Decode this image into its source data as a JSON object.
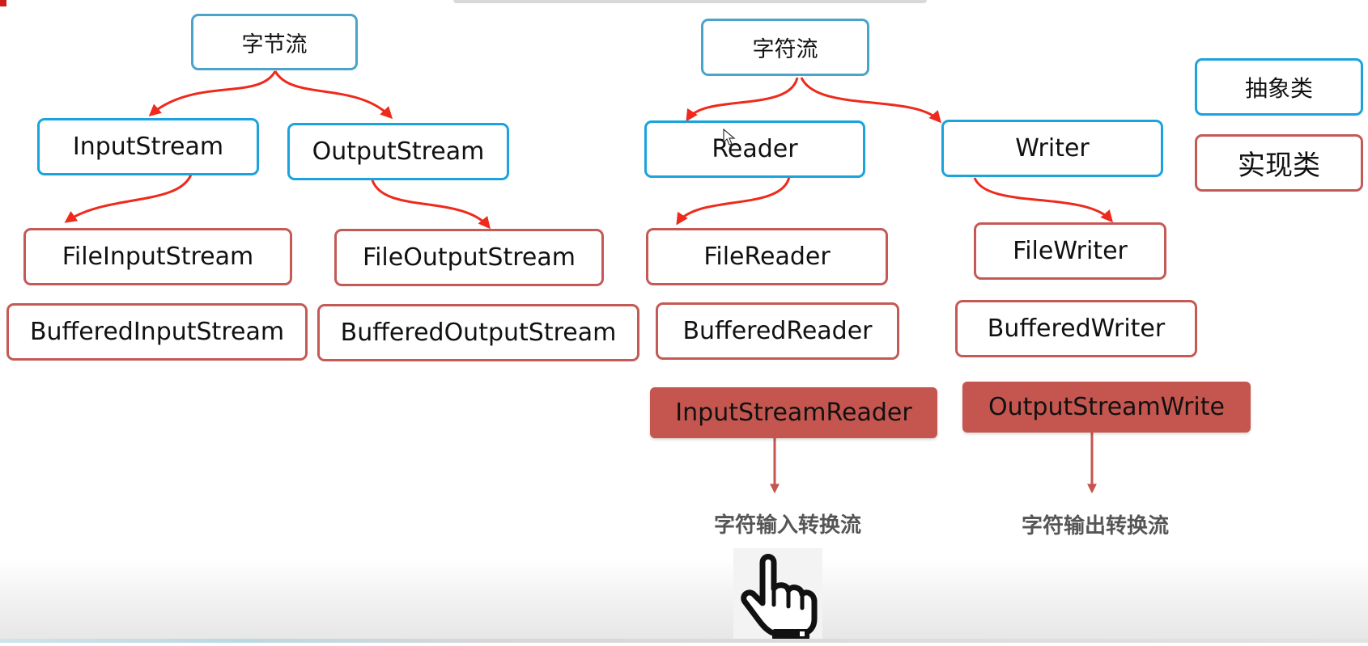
{
  "legend": {
    "abstract_label": "抽象类",
    "impl_label": "实现类"
  },
  "byte_stream": {
    "root": "字节流",
    "input": {
      "abstract": "InputStream",
      "impls": [
        "FileInputStream",
        "BufferedInputStream"
      ]
    },
    "output": {
      "abstract": "OutputStream",
      "impls": [
        "FileOutputStream",
        "BufferedOutputStream"
      ]
    }
  },
  "char_stream": {
    "root": "字符流",
    "reader": {
      "abstract": "Reader",
      "impls": [
        "FileReader",
        "BufferedReader"
      ],
      "bridge": "InputStreamReader",
      "bridge_caption": "字符输入转换流"
    },
    "writer": {
      "abstract": "Writer",
      "impls": [
        "FileWriter",
        "BufferedWriter"
      ],
      "bridge": "OutputStreamWrite",
      "bridge_caption": "字符输出转换流"
    }
  },
  "colors": {
    "abstract_border": "#1aa3dc",
    "impl_border": "#c45a55",
    "bridge_fill": "#c5564f",
    "curve_arrow": "#ee2a1c",
    "straight_arrow": "#c5564f",
    "caption_text": "#555555"
  },
  "icons": {
    "cursor": "mouse-pointer-icon",
    "hand": "pointing-hand-icon"
  }
}
